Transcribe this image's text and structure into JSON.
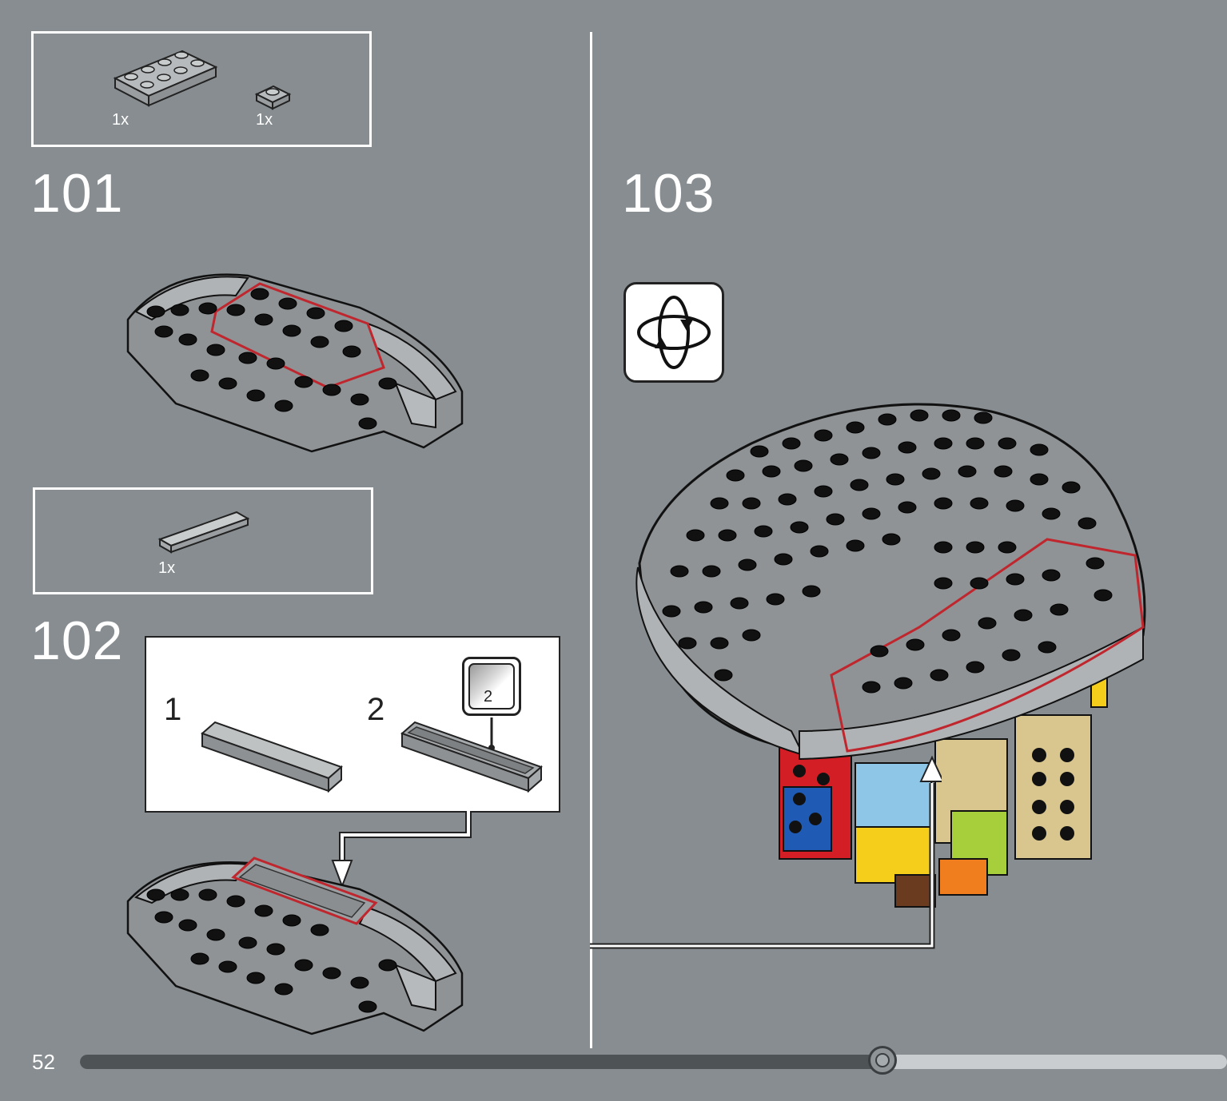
{
  "page": {
    "number": "52",
    "progress_fraction": 0.7
  },
  "steps": [
    {
      "number": "101",
      "parts": [
        {
          "name": "plate 2x4 dark gray",
          "qty": "1x"
        },
        {
          "name": "plate 1x1 dark gray",
          "qty": "1x"
        }
      ]
    },
    {
      "number": "102",
      "parts": [
        {
          "name": "tile 1x4 light gray",
          "qty": "1x"
        }
      ],
      "substeps": [
        {
          "label": "1"
        },
        {
          "label": "2",
          "sticker": "2"
        }
      ]
    },
    {
      "number": "103",
      "icon": "rotate-model-icon"
    }
  ],
  "colors": {
    "background": "#878d90",
    "highlight": "#c0262d",
    "brick_dark": "#8a8d8f",
    "stud": "#111111"
  }
}
